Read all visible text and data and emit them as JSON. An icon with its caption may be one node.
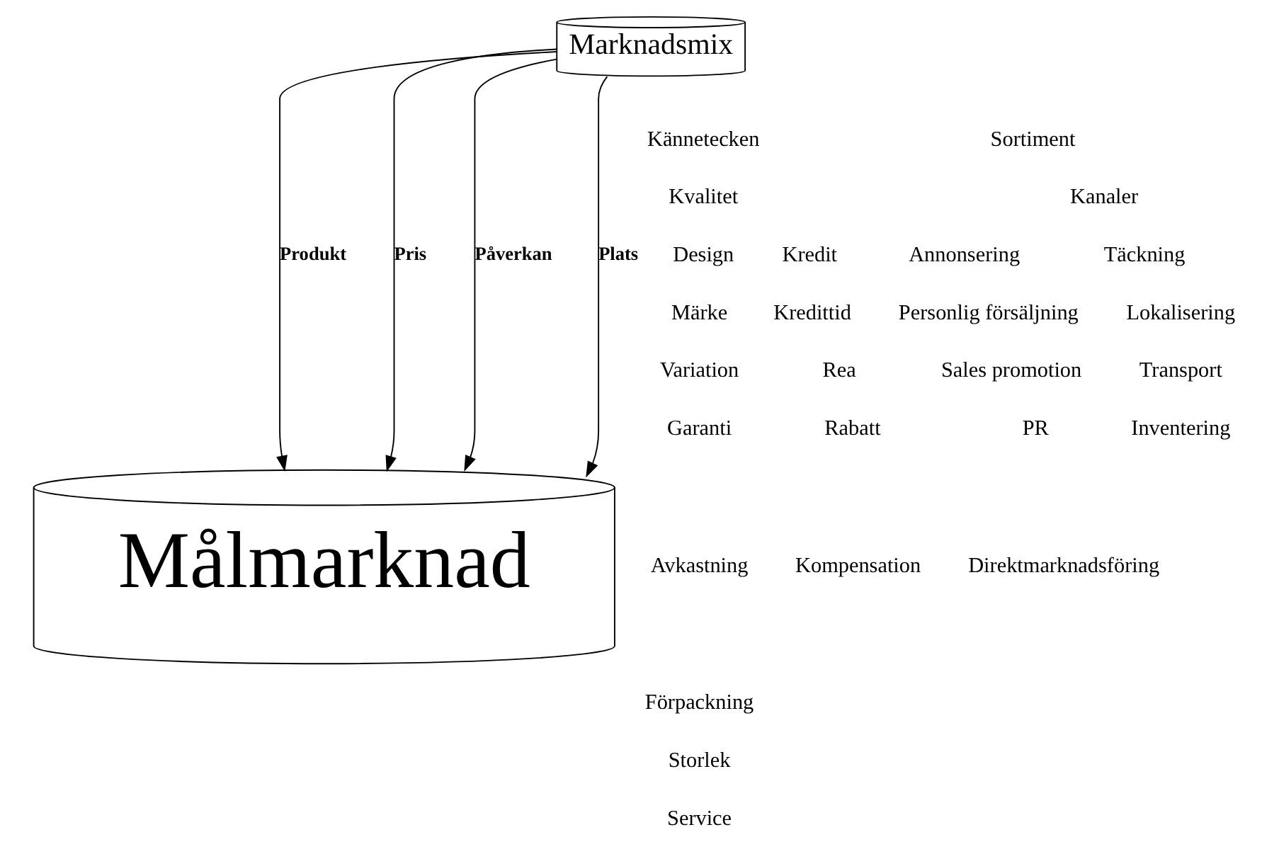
{
  "diagram": {
    "nodes": [
      {
        "text": [
          "Marknadsmix"
        ]
      },
      {
        "text": [
          "Målmarknad"
        ]
      }
    ],
    "edges": [
      {
        "from": 0,
        "to": 1,
        "arrow": "to",
        "label": "Produkt"
      },
      {
        "from": 0,
        "to": 1,
        "arrow": "to",
        "label": "Pris"
      },
      {
        "from": 0,
        "to": 1,
        "arrow": "to",
        "label": "Påverkan"
      },
      {
        "from": 0,
        "to": 1,
        "arrow": "to",
        "label": "Plats"
      }
    ],
    "labels": [
      "Kännetecken",
      "Kvalitet",
      "Design",
      "Märke",
      "Variation",
      "Garanti",
      "Avkastning",
      "Förpackning",
      "Storlek",
      "Service",
      "Kredit",
      "Kredittid",
      "Rea",
      "Rabatt",
      "Kompensation",
      "Annonsering",
      "Personlig försäljning",
      "Sales promotion",
      "PR",
      "Direktmarknadsföring",
      "Sortiment",
      "Kanaler",
      "Täckning",
      "Lokalisering",
      "Transport",
      "Inventering"
    ]
  }
}
